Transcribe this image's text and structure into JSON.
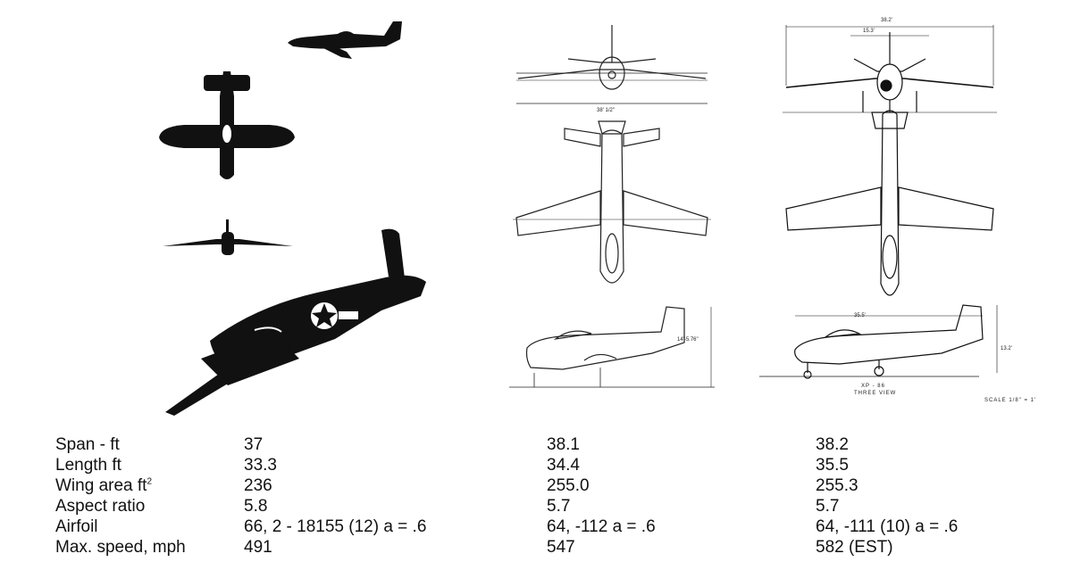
{
  "figures": {
    "center_span_dim": "38' 1/2\"",
    "center_height_dim": "14'-5.76\"",
    "right_span_dim": "38.2'",
    "right_tail_dim": "15.3'",
    "right_length_dim": "35.5'",
    "right_height_dim": "13.2'",
    "right_title": "XP - 86",
    "right_subtitle": "THREE VIEW",
    "scale_note": "SCALE 1/8\" = 1'"
  },
  "specs": {
    "rows": [
      {
        "label": "Span - ft",
        "sup": "",
        "values": [
          "37",
          "38.1",
          "38.2"
        ]
      },
      {
        "label": "Length ft",
        "sup": "",
        "values": [
          "33.3",
          "34.4",
          "35.5"
        ]
      },
      {
        "label": "Wing area ft",
        "sup": "2",
        "values": [
          "236",
          "255.0",
          "255.3"
        ]
      },
      {
        "label": "Aspect ratio",
        "sup": "",
        "values": [
          "5.8",
          "5.7",
          "5.7"
        ]
      },
      {
        "label": "Airfoil",
        "sup": "",
        "values": [
          "66, 2 - 18155 (12) a = .6",
          "64, -112  a = .6",
          "64, -111 (10) a = .6"
        ]
      },
      {
        "label": "Max. speed, mph",
        "sup": "",
        "values": [
          "491",
          "547",
          "582 (EST)"
        ]
      }
    ]
  }
}
